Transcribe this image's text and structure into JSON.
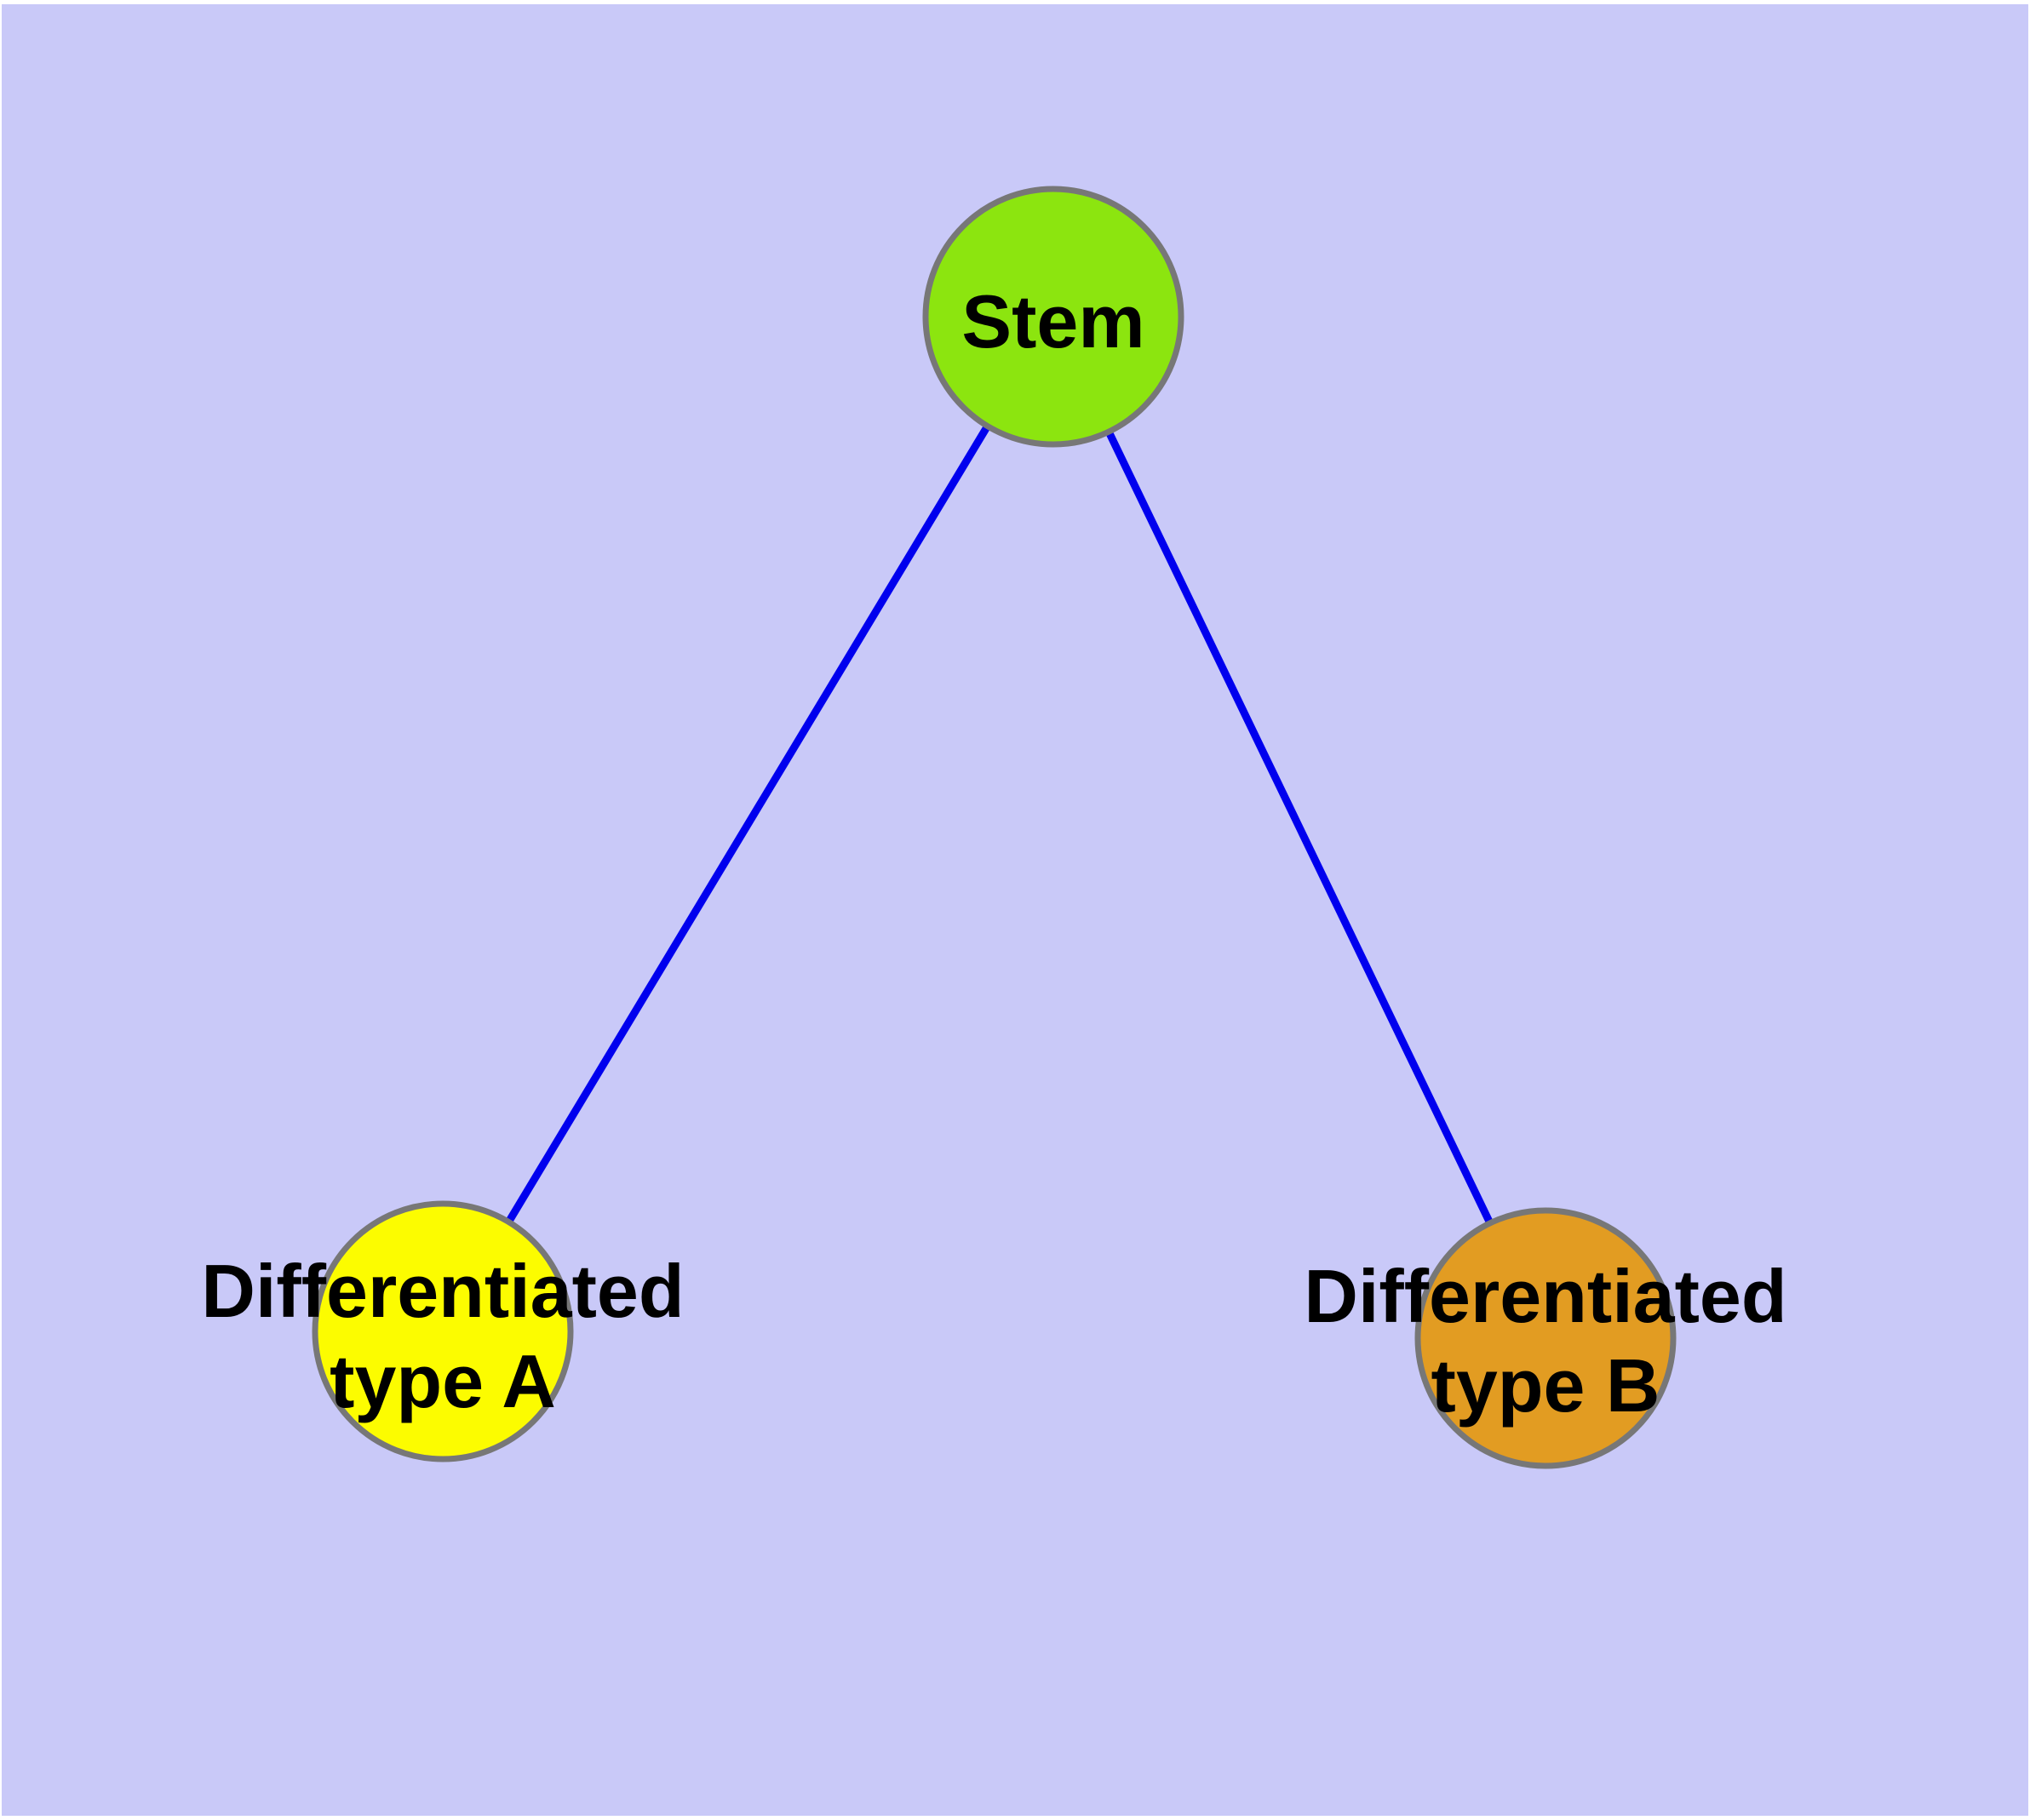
{
  "diagram": {
    "type": "node-link-graph",
    "colors": {
      "background": "#C9C9F8",
      "page_margin": "#FFFFFF",
      "edge": "#0000EE",
      "node_border": "#777777",
      "label_text": "#000000"
    },
    "nodes": [
      {
        "id": "stem",
        "label": "Stem",
        "label_lines": [
          "Stem"
        ],
        "color": "#8CE50F"
      },
      {
        "id": "differentiated-type-a",
        "label": "Differentiated type A",
        "label_lines": [
          "Differentiated",
          "type A"
        ],
        "color": "#FCFC00"
      },
      {
        "id": "differentiated-type-b",
        "label": "Differentiated type B",
        "label_lines": [
          "Differentiated",
          "type B"
        ],
        "color": "#E29C22"
      }
    ],
    "edges": [
      {
        "from": "stem",
        "to": "differentiated-type-a"
      },
      {
        "from": "stem",
        "to": "differentiated-type-b"
      }
    ]
  }
}
